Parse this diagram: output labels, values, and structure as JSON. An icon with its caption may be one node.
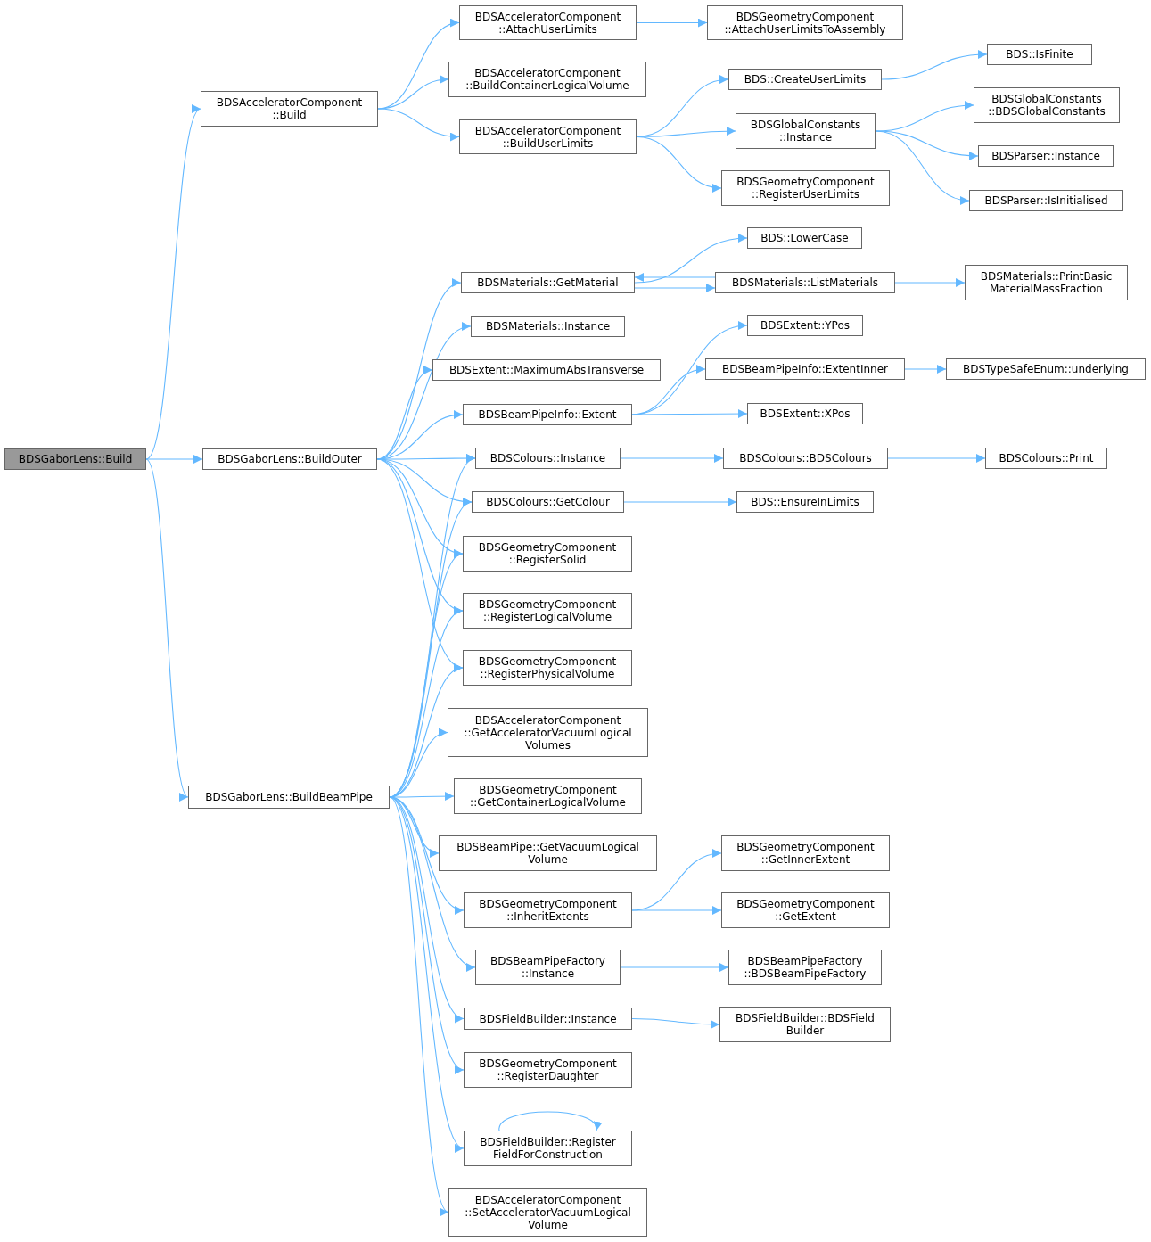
{
  "diagram": {
    "nodes": [
      {
        "text": [
          "BDSGaborLens::Build"
        ]
      },
      {
        "text": [
          "BDSAcceleratorComponent ::Build"
        ]
      },
      {
        "text": [
          "BDSGaborLens::BuildOuter"
        ]
      },
      {
        "text": [
          "BDSGaborLens::BuildBeamPipe"
        ]
      },
      {
        "text": [
          "BDSAcceleratorComponent ::AttachUserLimits"
        ]
      },
      {
        "text": [
          "BDSAcceleratorComponent ::BuildContainerLogicalVolume"
        ]
      },
      {
        "text": [
          "BDSAcceleratorComponent ::BuildUserLimits"
        ]
      },
      {
        "text": [
          "BDSGeometryComponent ::AttachUserLimitsToAssembly"
        ]
      },
      {
        "text": [
          "BDS::CreateUserLimits"
        ]
      },
      {
        "text": [
          "BDSGlobalConstants ::Instance"
        ]
      },
      {
        "text": [
          "BDSGeometryComponent ::RegisterUserLimits"
        ]
      },
      {
        "text": [
          "BDS::IsFinite"
        ]
      },
      {
        "text": [
          "BDSGlobalConstants ::BDSGlobalConstants"
        ]
      },
      {
        "text": [
          "BDSParser::Instance"
        ]
      },
      {
        "text": [
          "BDSParser::IsInitialised"
        ]
      },
      {
        "text": [
          "BDSMaterials::GetMaterial"
        ]
      },
      {
        "text": [
          "BDSMaterials::Instance"
        ]
      },
      {
        "text": [
          "BDSExtent::MaximumAbsTransverse"
        ]
      },
      {
        "text": [
          "BDSBeamPipeInfo::Extent"
        ]
      },
      {
        "text": [
          "BDSColours::Instance"
        ]
      },
      {
        "text": [
          "BDSColours::GetColour"
        ]
      },
      {
        "text": [
          "BDSGeometryComponent ::RegisterSolid"
        ]
      },
      {
        "text": [
          "BDSGeometryComponent ::RegisterLogicalVolume"
        ]
      },
      {
        "text": [
          "BDSGeometryComponent ::RegisterPhysicalVolume"
        ]
      },
      {
        "text": [
          "BDSAcceleratorComponent ::GetAcceleratorVacuumLogical Volumes"
        ]
      },
      {
        "text": [
          "BDSGeometryComponent ::GetContainerLogicalVolume"
        ]
      },
      {
        "text": [
          "BDSBeamPipe::GetVacuumLogical Volume"
        ]
      },
      {
        "text": [
          "BDSGeometryComponent ::InheritExtents"
        ]
      },
      {
        "text": [
          "BDSBeamPipeFactory ::Instance"
        ]
      },
      {
        "text": [
          "BDSFieldBuilder::Instance"
        ]
      },
      {
        "text": [
          "BDSGeometryComponent ::RegisterDaughter"
        ]
      },
      {
        "text": [
          "BDSFieldBuilder::Register FieldForConstruction"
        ]
      },
      {
        "text": [
          "BDSAcceleratorComponent ::SetAcceleratorVacuumLogical Volume"
        ]
      },
      {
        "text": [
          "BDS::LowerCase"
        ]
      },
      {
        "text": [
          "BDSMaterials::ListMaterials"
        ]
      },
      {
        "text": [
          "BDSMaterials::PrintBasic MaterialMassFraction"
        ]
      },
      {
        "text": [
          "BDSExtent::YPos"
        ]
      },
      {
        "text": [
          "BDSBeamPipeInfo::ExtentInner"
        ]
      },
      {
        "text": [
          "BDSExtent::XPos"
        ]
      },
      {
        "text": [
          "BDSTypeSafeEnum::underlying"
        ]
      },
      {
        "text": [
          "BDSColours::BDSColours"
        ]
      },
      {
        "text": [
          "BDSColours::Print"
        ]
      },
      {
        "text": [
          "BDS::EnsureInLimits"
        ]
      },
      {
        "text": [
          "BDSGeometryComponent ::GetInnerExtent"
        ]
      },
      {
        "text": [
          "BDSGeometryComponent ::GetExtent"
        ]
      },
      {
        "text": [
          "BDSBeamPipeFactory ::BDSBeamPipeFactory"
        ]
      },
      {
        "text": [
          "BDSFieldBuilder::BDSField Builder"
        ]
      }
    ],
    "edges": [
      {
        "from": 0,
        "to": 1,
        "arrow": "to"
      },
      {
        "from": 0,
        "to": 2,
        "arrow": "to"
      },
      {
        "from": 0,
        "to": 3,
        "arrow": "to"
      },
      {
        "from": 1,
        "to": 4,
        "arrow": "to"
      },
      {
        "from": 1,
        "to": 5,
        "arrow": "to"
      },
      {
        "from": 1,
        "to": 6,
        "arrow": "to"
      },
      {
        "from": 4,
        "to": 7,
        "arrow": "to"
      },
      {
        "from": 6,
        "to": 8,
        "arrow": "to"
      },
      {
        "from": 6,
        "to": 9,
        "arrow": "to"
      },
      {
        "from": 6,
        "to": 10,
        "arrow": "to"
      },
      {
        "from": 8,
        "to": 11,
        "arrow": "to"
      },
      {
        "from": 9,
        "to": 12,
        "arrow": "to"
      },
      {
        "from": 9,
        "to": 13,
        "arrow": "to"
      },
      {
        "from": 9,
        "to": 14,
        "arrow": "to"
      },
      {
        "from": 2,
        "to": 15,
        "arrow": "to"
      },
      {
        "from": 2,
        "to": 16,
        "arrow": "to"
      },
      {
        "from": 2,
        "to": 17,
        "arrow": "to"
      },
      {
        "from": 2,
        "to": 18,
        "arrow": "to"
      },
      {
        "from": 2,
        "to": 19,
        "arrow": "to"
      },
      {
        "from": 2,
        "to": 20,
        "arrow": "to"
      },
      {
        "from": 2,
        "to": 21,
        "arrow": "to"
      },
      {
        "from": 2,
        "to": 22,
        "arrow": "to"
      },
      {
        "from": 2,
        "to": 23,
        "arrow": "to"
      },
      {
        "from": 15,
        "to": 33,
        "arrow": "to"
      },
      {
        "from": 15,
        "to": 34,
        "arrow": "to"
      },
      {
        "from": 34,
        "to": 15,
        "arrow": "to"
      },
      {
        "from": 34,
        "to": 35,
        "arrow": "to"
      },
      {
        "from": 18,
        "to": 36,
        "arrow": "to"
      },
      {
        "from": 18,
        "to": 37,
        "arrow": "to"
      },
      {
        "from": 18,
        "to": 38,
        "arrow": "to"
      },
      {
        "from": 37,
        "to": 39,
        "arrow": "to"
      },
      {
        "from": 19,
        "to": 40,
        "arrow": "to"
      },
      {
        "from": 40,
        "to": 41,
        "arrow": "to"
      },
      {
        "from": 20,
        "to": 42,
        "arrow": "to"
      },
      {
        "from": 3,
        "to": 19,
        "arrow": "to"
      },
      {
        "from": 3,
        "to": 20,
        "arrow": "to"
      },
      {
        "from": 3,
        "to": 21,
        "arrow": "to"
      },
      {
        "from": 3,
        "to": 22,
        "arrow": "to"
      },
      {
        "from": 3,
        "to": 23,
        "arrow": "to"
      },
      {
        "from": 3,
        "to": 24,
        "arrow": "to"
      },
      {
        "from": 3,
        "to": 25,
        "arrow": "to"
      },
      {
        "from": 3,
        "to": 26,
        "arrow": "to"
      },
      {
        "from": 3,
        "to": 27,
        "arrow": "to"
      },
      {
        "from": 3,
        "to": 28,
        "arrow": "to"
      },
      {
        "from": 3,
        "to": 29,
        "arrow": "to"
      },
      {
        "from": 3,
        "to": 30,
        "arrow": "to"
      },
      {
        "from": 3,
        "to": 31,
        "arrow": "to"
      },
      {
        "from": 3,
        "to": 32,
        "arrow": "to"
      },
      {
        "from": 27,
        "to": 43,
        "arrow": "to"
      },
      {
        "from": 27,
        "to": 44,
        "arrow": "to"
      },
      {
        "from": 28,
        "to": 45,
        "arrow": "to"
      },
      {
        "from": 29,
        "to": 46,
        "arrow": "to"
      },
      {
        "from": 31,
        "to": 31,
        "arrow": "to"
      }
    ]
  }
}
